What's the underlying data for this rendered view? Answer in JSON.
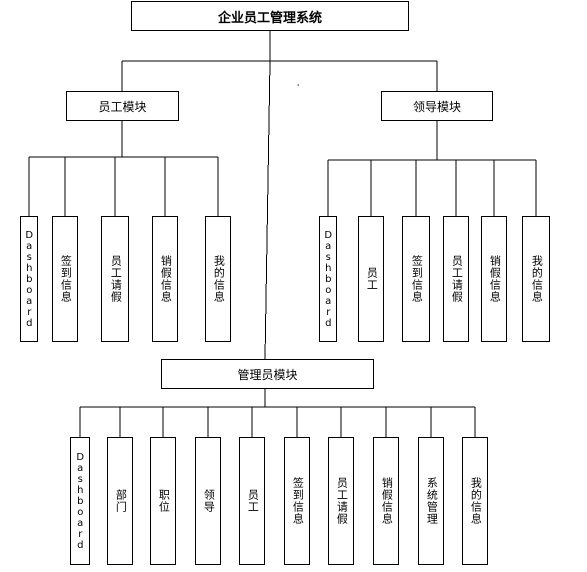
{
  "title": "企业员工管理系统",
  "employee_module": {
    "label": "员工模块",
    "items": [
      "Dashboard",
      "签到信息",
      "员工请假",
      "销假信息",
      "我的信息"
    ]
  },
  "leader_module": {
    "label": "领导模块",
    "items": [
      "Dashboard",
      "员工",
      "签到信息",
      "员工请假",
      "销假信息",
      "我的信息"
    ]
  },
  "admin_module": {
    "label": "管理员模块",
    "items": [
      "Dashboard",
      "部门",
      "职位",
      "领导",
      "员工",
      "签到信息",
      "员工请假",
      "销假信息",
      "系统管理",
      "我的信息"
    ]
  },
  "stray_mark": "'"
}
